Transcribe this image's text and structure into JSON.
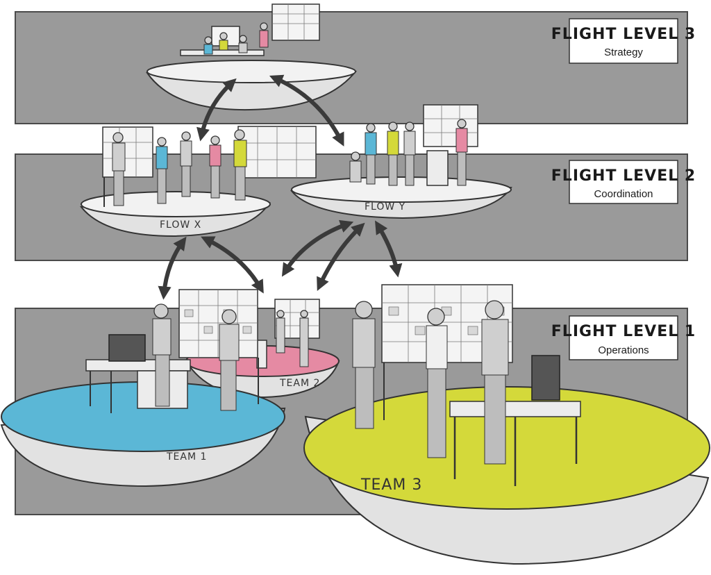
{
  "levels": [
    {
      "title": "FLIGHT LEVEL 3",
      "subtitle": "Strategy"
    },
    {
      "title": "FLIGHT LEVEL 2",
      "subtitle": "Coordination"
    },
    {
      "title": "FLIGHT LEVEL 1",
      "subtitle": "Operations"
    }
  ],
  "platforms": {
    "flow_x": "FLOW X",
    "flow_y": "FLOW Y",
    "team1": "TEAM 1",
    "team2": "TEAM 2",
    "team3": "TEAM 3"
  },
  "colors": {
    "band": "#9a9a9a",
    "team1": "#5bb7d6",
    "team2": "#e58aa3",
    "team3": "#d4d93a",
    "platform": "#e2e2e2",
    "shirt_blue": "#5bb7d6",
    "shirt_pink": "#e58aa3",
    "shirt_yellow": "#d4d93a"
  }
}
